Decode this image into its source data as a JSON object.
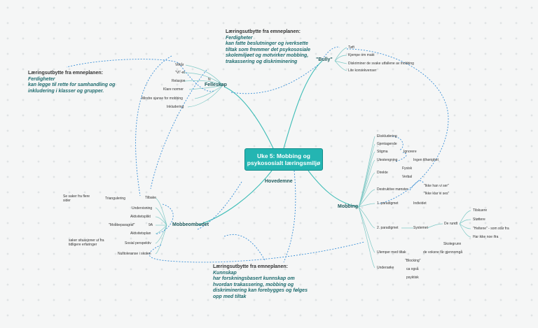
{
  "central": {
    "line1": "Uke 5: Mobbing og",
    "line2": "psykososialt læringsmiljø"
  },
  "branches": {
    "hovedemne": "Hovedemne",
    "felleskap": "Felleskap",
    "bully": "\"Bully\"",
    "mobbing": "Mobbing",
    "mobbeombudet": "Mobbeombudet"
  },
  "notes": {
    "top": {
      "heading": "Læringsutbytte fra emneplanen:",
      "l1": "Ferdigheter",
      "l2": "kan fatte beslutninger og iverksette",
      "l3": "tiltak som fremmer det psykososiale",
      "l4": "skolemiljøet og motvirker mobbing,",
      "l5": "trakassering og diskriminering"
    },
    "left": {
      "heading": "Læringsutbytte fra emneplanen:",
      "l1": "Ferdigheter",
      "l2": "kan legge til rette for samhandling og",
      "l3": "inkludering i klasser og grupper."
    },
    "bottom": {
      "heading": "Læringsutbytte fra emneplanen:",
      "l1": "Kunnskap",
      "l2": "har forskningsbasert kunnskap om",
      "l3": "hvordan trakassering, mobbing og",
      "l4": "diskriminering kan forebygges og følges",
      "l5": "opp med tiltak"
    }
  },
  "felleskap_items": [
    "Vilkår",
    "\"Vi\"-et",
    "Relasjon",
    "Klare normer",
    "Mindre sjanse for mobbing",
    "Inkludering"
  ],
  "felleskap_n": "N",
  "bully_items": [
    "Tøft",
    "Kjempe om makt",
    "Diskriminer de svake utfallene av mobbing",
    "Lite konsekvenser"
  ],
  "mobbing": {
    "ekskludering": "Ekskludering",
    "gjentagende": "Gjentagende",
    "stigma": "Stigma",
    "stigma_r": "Ignorere",
    "utestengning": "Utestengning",
    "utestengning_r": "Ingen tilhørighet",
    "direkte": "Direkte",
    "direkte_a": "Fysisk",
    "direkte_b": "Verbal",
    "destruktive": "Destruktive mønster",
    "destruktive_a": "\"Ikke han vi ser\"",
    "destruktive_b": "\"Ikke klar vi ses\"",
    "p1": "1. paradigmet",
    "p1_r": "Individet",
    "p2": "2. paradigmet",
    "p2_r": "Systemet",
    "p2_rr": "De rundt",
    "p2_items": [
      "Tilskuere",
      "Støttere",
      "\"Heltene\" - som står fra",
      "Har ikke noe ifra"
    ],
    "p2_extra": "Skolegrunn",
    "ulemper": "Ulemper med tiltak",
    "ulemper_r": "de voksne får gjennomgå",
    "undersoke": "Undersøke",
    "undersoke_items": [
      "\"Blocking\"",
      "ca også",
      "psyktisk"
    ]
  },
  "mobbeombudet": {
    "left1": "Se saker fra flere",
    "left2": "sider",
    "items": [
      "Tilbake",
      "Triangulering",
      "Undervisning",
      "Aktivitetsplikt",
      "\"Mobbeparagraf\"",
      "9A",
      "Aktivitetsplan",
      "Sosial perspektiv",
      "Nulltoleranse i skolen"
    ],
    "left3": "saker situasjoner ut fra",
    "left4": "tidligere erfaringer"
  }
}
